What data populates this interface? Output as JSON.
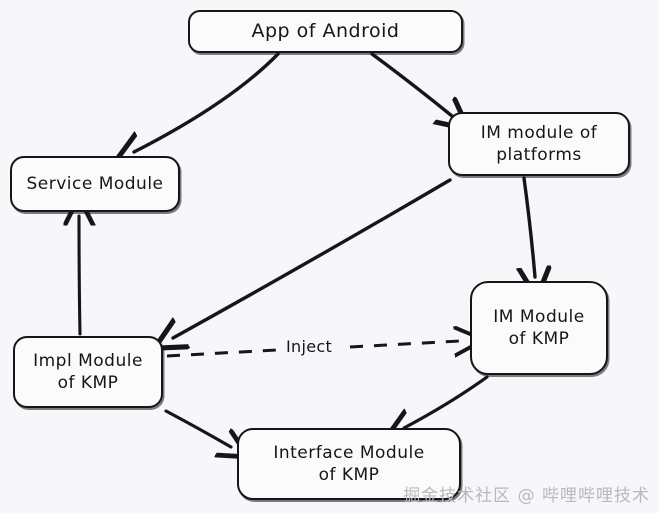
{
  "diagram": {
    "title_text": "App of Android",
    "background_color": "#f7f7f9",
    "stroke_color": "#15161a",
    "node_fill_color": "#fbfbfc",
    "style": "hand-drawn",
    "nodes": [
      {
        "id": "app-of-android",
        "label": "App of Android"
      },
      {
        "id": "service-module",
        "label": "Service Module"
      },
      {
        "id": "im-module-platforms",
        "label": "IM module of\nplatforms"
      },
      {
        "id": "im-module-kmp",
        "label": "IM Module\nof KMP"
      },
      {
        "id": "impl-module-kmp",
        "label": "Impl Module\nof KMP"
      },
      {
        "id": "interface-module-kmp",
        "label": "Interface Module\nof KMP"
      }
    ],
    "edges": [
      {
        "id": "app-to-service",
        "from": "app-of-android",
        "to": "service-module",
        "label": "",
        "style": "solid"
      },
      {
        "id": "app-to-im-platforms",
        "from": "app-of-android",
        "to": "im-module-platforms",
        "label": "",
        "style": "solid"
      },
      {
        "id": "im-platforms-to-impl",
        "from": "im-module-platforms",
        "to": "impl-module-kmp",
        "label": "",
        "style": "solid"
      },
      {
        "id": "im-platforms-to-im-kmp",
        "from": "im-module-platforms",
        "to": "im-module-kmp",
        "label": "",
        "style": "solid"
      },
      {
        "id": "impl-to-service",
        "from": "impl-module-kmp",
        "to": "service-module",
        "label": "",
        "style": "solid"
      },
      {
        "id": "impl-to-im-kmp",
        "from": "impl-module-kmp",
        "to": "im-module-kmp",
        "label": "Inject",
        "style": "dashed"
      },
      {
        "id": "impl-to-interface",
        "from": "impl-module-kmp",
        "to": "interface-module-kmp",
        "label": "",
        "style": "solid"
      },
      {
        "id": "im-kmp-to-interface",
        "from": "im-module-kmp",
        "to": "interface-module-kmp",
        "label": "",
        "style": "solid"
      }
    ],
    "edge_labels": {
      "inject": "Inject"
    }
  },
  "watermark": {
    "text": "掘金技术社区 @ 哔哩哔哩技术",
    "color": "#b9b9bd"
  }
}
